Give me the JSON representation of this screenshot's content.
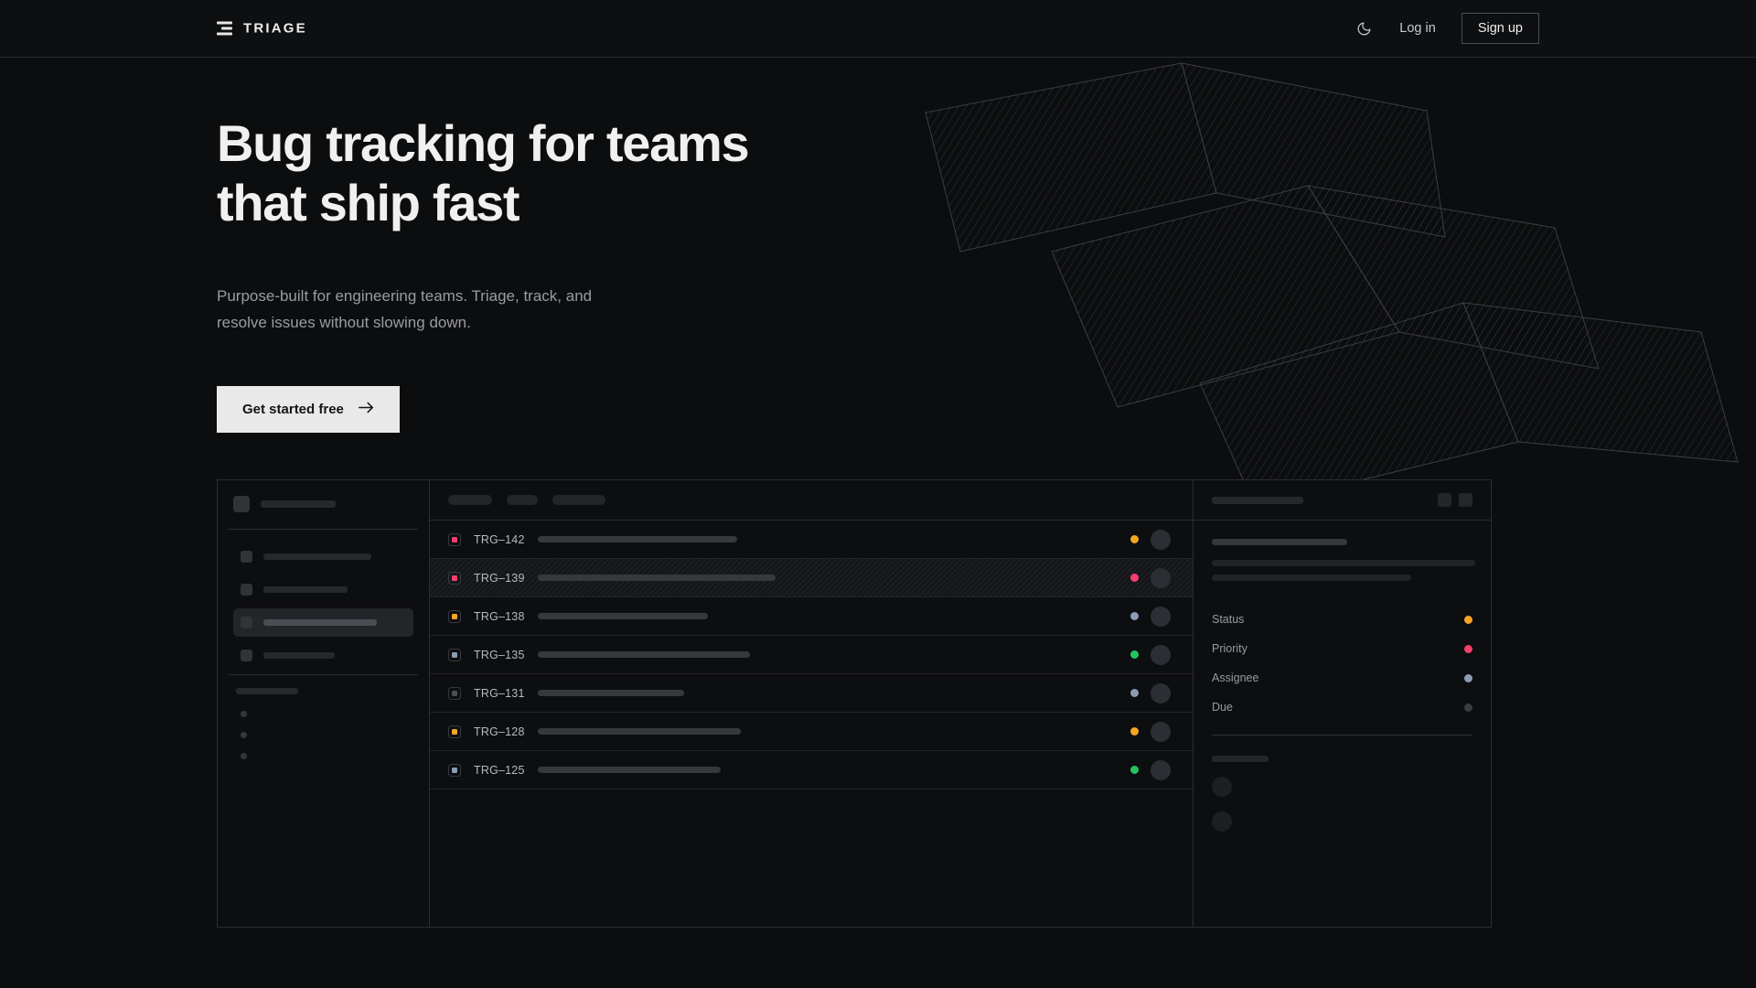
{
  "header": {
    "brand_name": "TRIAGE",
    "logo_icon": "stacked-bars-icon",
    "theme_toggle_icon": "moon-icon",
    "login_label": "Log in",
    "signup_label": "Sign up"
  },
  "hero": {
    "headline": "Bug tracking for teams\nthat ship fast",
    "subheadline": "Purpose-built for engineering teams. Triage, track, and\nresolve issues without slowing down.",
    "cta_label": "Get started free",
    "cta_icon": "arrow-right-icon"
  },
  "mockup": {
    "sidebar": {
      "nav_items": [
        {
          "active": false,
          "width": 118
        },
        {
          "active": false,
          "width": 92
        },
        {
          "active": true,
          "width": 124
        },
        {
          "active": false,
          "width": 78
        }
      ],
      "section_label_width": 68,
      "sub_dots": 3
    },
    "toolbar_tabs": [
      48,
      34,
      58
    ],
    "detail": {
      "header_title_width": 100,
      "title_width": 148,
      "body_lines": [
        288,
        218
      ],
      "meta": [
        {
          "label": "Status",
          "color": "#f5a524"
        },
        {
          "label": "Priority",
          "color": "#f43f6e"
        },
        {
          "label": "Assignee",
          "color": "#8d9bb5"
        },
        {
          "label": "Due",
          "color": "#3a3d42"
        }
      ],
      "footer_label_width": 62,
      "footer_avatars": 2
    },
    "rows": [
      {
        "id": "TRG–142",
        "priority_color": "#f43f6e",
        "status_color": "#f5a524",
        "title_width": 218,
        "hatched": false
      },
      {
        "id": "TRG–139",
        "priority_color": "#f43f6e",
        "status_color": "#f43f6e",
        "title_width": 260,
        "hatched": true
      },
      {
        "id": "TRG–138",
        "priority_color": "#f5a524",
        "status_color": "#8d9bb5",
        "title_width": 186,
        "hatched": false
      },
      {
        "id": "TRG–135",
        "priority_color": "#8d9bb5",
        "status_color": "#22c55e",
        "title_width": 232,
        "hatched": false
      },
      {
        "id": "TRG–131",
        "priority_color": "#4b4e54",
        "status_color": "#8d9bb5",
        "title_width": 160,
        "hatched": false
      },
      {
        "id": "TRG–128",
        "priority_color": "#f5a524",
        "status_color": "#f5a524",
        "title_width": 222,
        "hatched": false
      },
      {
        "id": "TRG–125",
        "priority_color": "#8d9bb5",
        "status_color": "#22c55e",
        "title_width": 200,
        "hatched": false
      }
    ]
  },
  "colors": {
    "page_bg": "#0c0d0e",
    "header_bg": "#0e0f11",
    "border": "#2b2d31",
    "accent_pink": "#f43f6e",
    "accent_amber": "#f5a524",
    "accent_green": "#22c55e",
    "accent_slate": "#8d9bb5",
    "cta_bg": "#e9e9e9"
  }
}
